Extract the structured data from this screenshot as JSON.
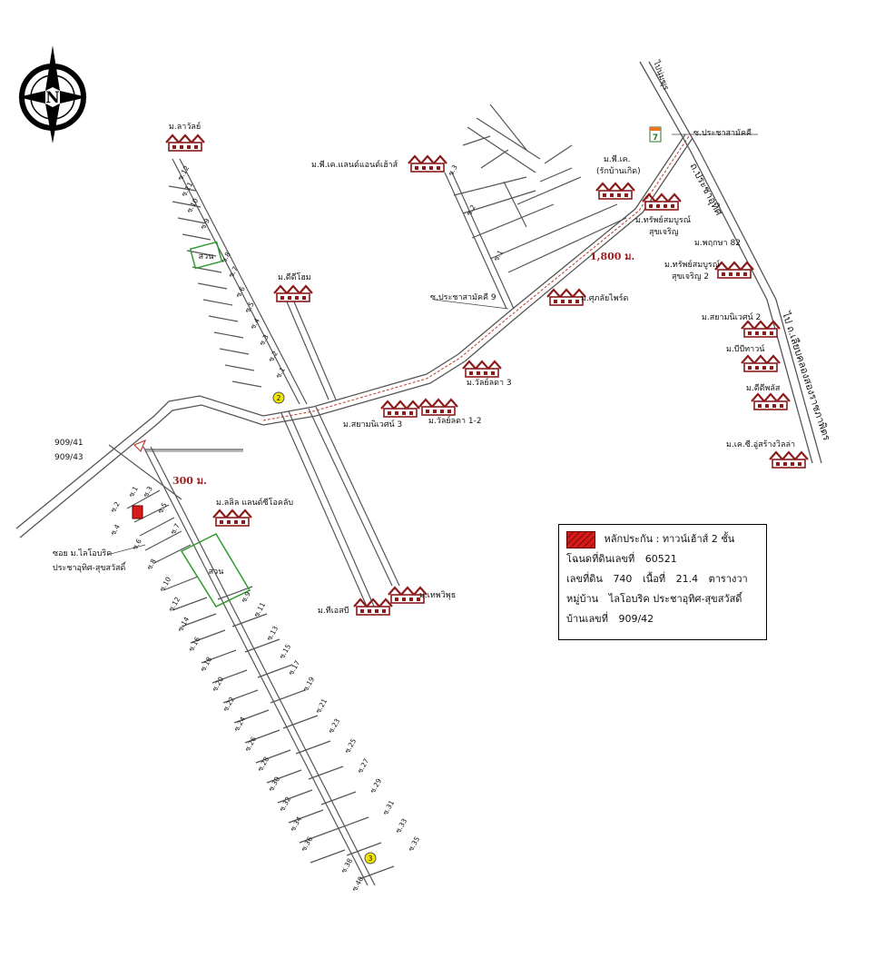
{
  "compass": {
    "label": "N"
  },
  "distances": {
    "main": "1,800 ม.",
    "short": "300 ม."
  },
  "roads": {
    "north": "ไปนุ่มฆุร",
    "prachasamakkhi_rd": "ถ.ประชาอุทิศ",
    "east": "ไป ถ.เลียบคลองสองราชภาพิตร",
    "soi_prachasamakkhi": "ซ.ประชาสามัคคี",
    "soi_prachasamakkhi_9": "ซ.ประชาสามัคคี 9",
    "soi_loi": "ซอย ม.ไลโอบริค",
    "soi_loi_2": "ประชาอุทิศ-สุขสวัสดิ์"
  },
  "parks": {
    "park1": "สวน",
    "park2": "สวน"
  },
  "villages": {
    "v01": "ม.ลาวัลย์",
    "v02": "ม.พี.เค.แลนด์แอนด์เฮ้าส์",
    "v03": "ม.พี.เค.",
    "v03b": "(รักบ้านเกิด)",
    "v04": "ม.ทรัพย์สมบูรณ์",
    "v04b": "สุขเจริญ",
    "v05": "ม.พฤกษา 82",
    "v06": "ม.ทรัพย์สมบูรณ์",
    "v06b": "สุขเจริญ 2",
    "v07": "ม.ดีดีโฮม",
    "v08": "ม.ศุภลัยไพร์ด",
    "v09": "ม.สยามนิเวศน์ 2",
    "v10": "ม.บีบีทาวน์",
    "v11": "ม.ดีดีพลัส",
    "v12": "ม.เค.ซี.อู่สร้างวิลล่า",
    "v13": "ม.วัลย์ลดา 3",
    "v14": "ม.สยามนิเวศน์ 3",
    "v15": "ม.วัลย์ลดา 1-2",
    "v16": "ม.ลลิล แลนด์ซีโอคลับ",
    "v17": "ม.ทีเอสบี",
    "v18": "ม.เทพวิพุธ"
  },
  "house_numbers": {
    "h1": "909/41",
    "h2": "909/43"
  },
  "markers": {
    "m2": "2",
    "m3": "3"
  },
  "sois_left": [
    "ซ.12",
    "ซ.11",
    "ซ.10",
    "ซ.9",
    "ซ.8",
    "ซ.7",
    "ซ.6",
    "ซ.5",
    "ซ.4",
    "ซ.3",
    "ซ.2",
    "ซ.1"
  ],
  "sois_pk": [
    "ซ.3",
    "ซ.2",
    "ซ.1"
  ],
  "sois_even": [
    "ซ.2",
    "ซ.4",
    "ซ.6",
    "ซ.8",
    "ซ.10",
    "ซ.12",
    "ซ.14",
    "ซ.16",
    "ซ.18",
    "ซ.20",
    "ซ.22",
    "ซ.24",
    "ซ.26",
    "ซ.28",
    "ซ.30",
    "ซ.32",
    "ซ.34",
    "ซ.36",
    "ซ.38",
    "ซ.40"
  ],
  "sois_odd": [
    "ซ.1",
    "ซ.3",
    "ซ.5",
    "ซ.7",
    "ซ.9",
    "ซ.11",
    "ซ.13",
    "ซ.15",
    "ซ.17",
    "ซ.19",
    "ซ.21",
    "ซ.23",
    "ซ.25",
    "ซ.27",
    "ซ.29",
    "ซ.31",
    "ซ.33",
    "ซ.35"
  ],
  "legend": {
    "collateral_label": "หลักประกัน :",
    "collateral_value": "ทาวน์เฮ้าส์ 2 ชั้น",
    "deed_label": "โฉนดที่ดินเลขที่",
    "deed_value": "60521",
    "land_label": "เลขที่ดิน",
    "land_value": "740",
    "area_label": "เนื้อที่",
    "area_value": "21.4",
    "area_unit": "ตารางวา",
    "village_label": "หมู่บ้าน",
    "village_value": "ไลโอบริค ประชาอุทิศ-สุขสวัสดิ์",
    "house_label": "บ้านเลขที่",
    "house_value": "909/42"
  },
  "colors": {
    "road": "#555555",
    "route": "#c0392b",
    "park": "#2e9b2e",
    "house": "#8b1a1a",
    "collateral": "#d61a1a",
    "marker": "#f2e600"
  }
}
